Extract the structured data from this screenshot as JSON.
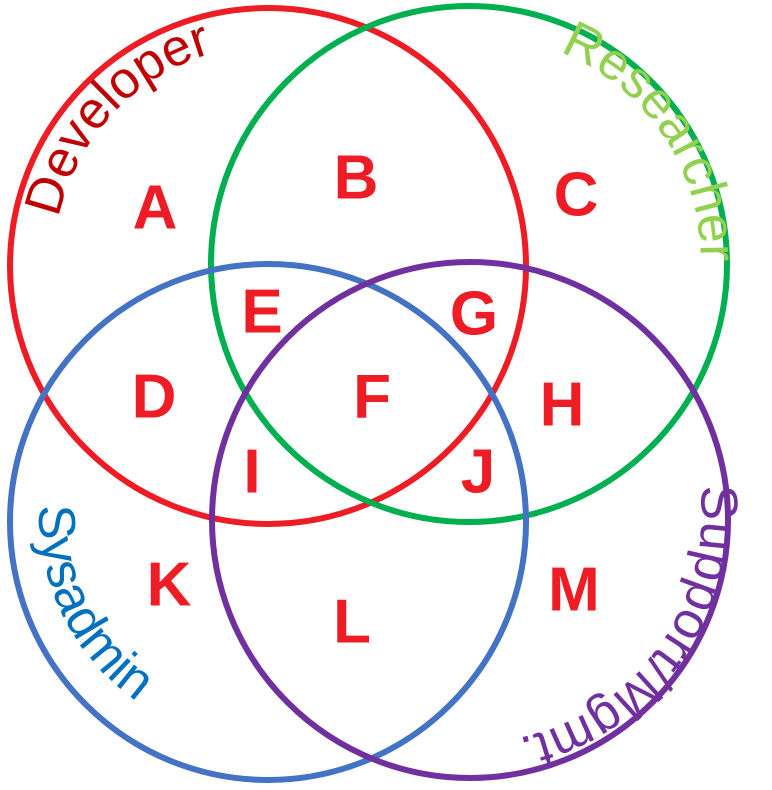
{
  "colors": {
    "developer": "#ee1c25",
    "researcher": "#00b050",
    "sysadmin": "#4472c4",
    "support": "#7030a0",
    "letters": "#ee1c25",
    "developer_label": "#c00000",
    "researcher_label": "#92d050",
    "sysadmin_label": "#0070c0",
    "support_label": "#7030a0"
  },
  "sets": {
    "developer": "Developer",
    "researcher": "Researcher",
    "sysadmin": "Sysadmin",
    "support": "Support/Mgmt."
  },
  "regions": {
    "a": "A",
    "b": "B",
    "c": "C",
    "d": "D",
    "e": "E",
    "f": "F",
    "g": "G",
    "h": "H",
    "i": "I",
    "j": "J",
    "k": "K",
    "l": "L",
    "m": "M"
  }
}
